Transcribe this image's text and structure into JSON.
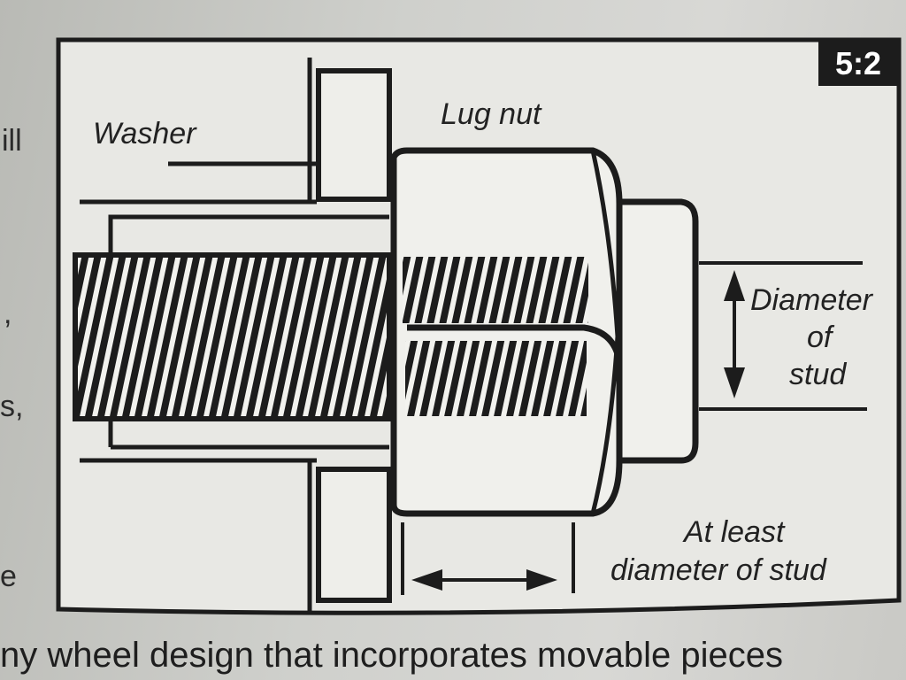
{
  "figure": {
    "badge": "5:2",
    "labels": {
      "washer": "Washer",
      "lug_nut": "Lug nut",
      "diameter_line1": "Diameter",
      "diameter_line2": "of",
      "diameter_line3": "stud",
      "atleast_line1": "At least",
      "atleast_line2": "diameter of stud"
    }
  },
  "page_text": {
    "margin_fragments": [
      "ill",
      ",",
      "s,",
      "e"
    ],
    "bottom_line": "ny wheel design that incorporates movable pieces"
  }
}
